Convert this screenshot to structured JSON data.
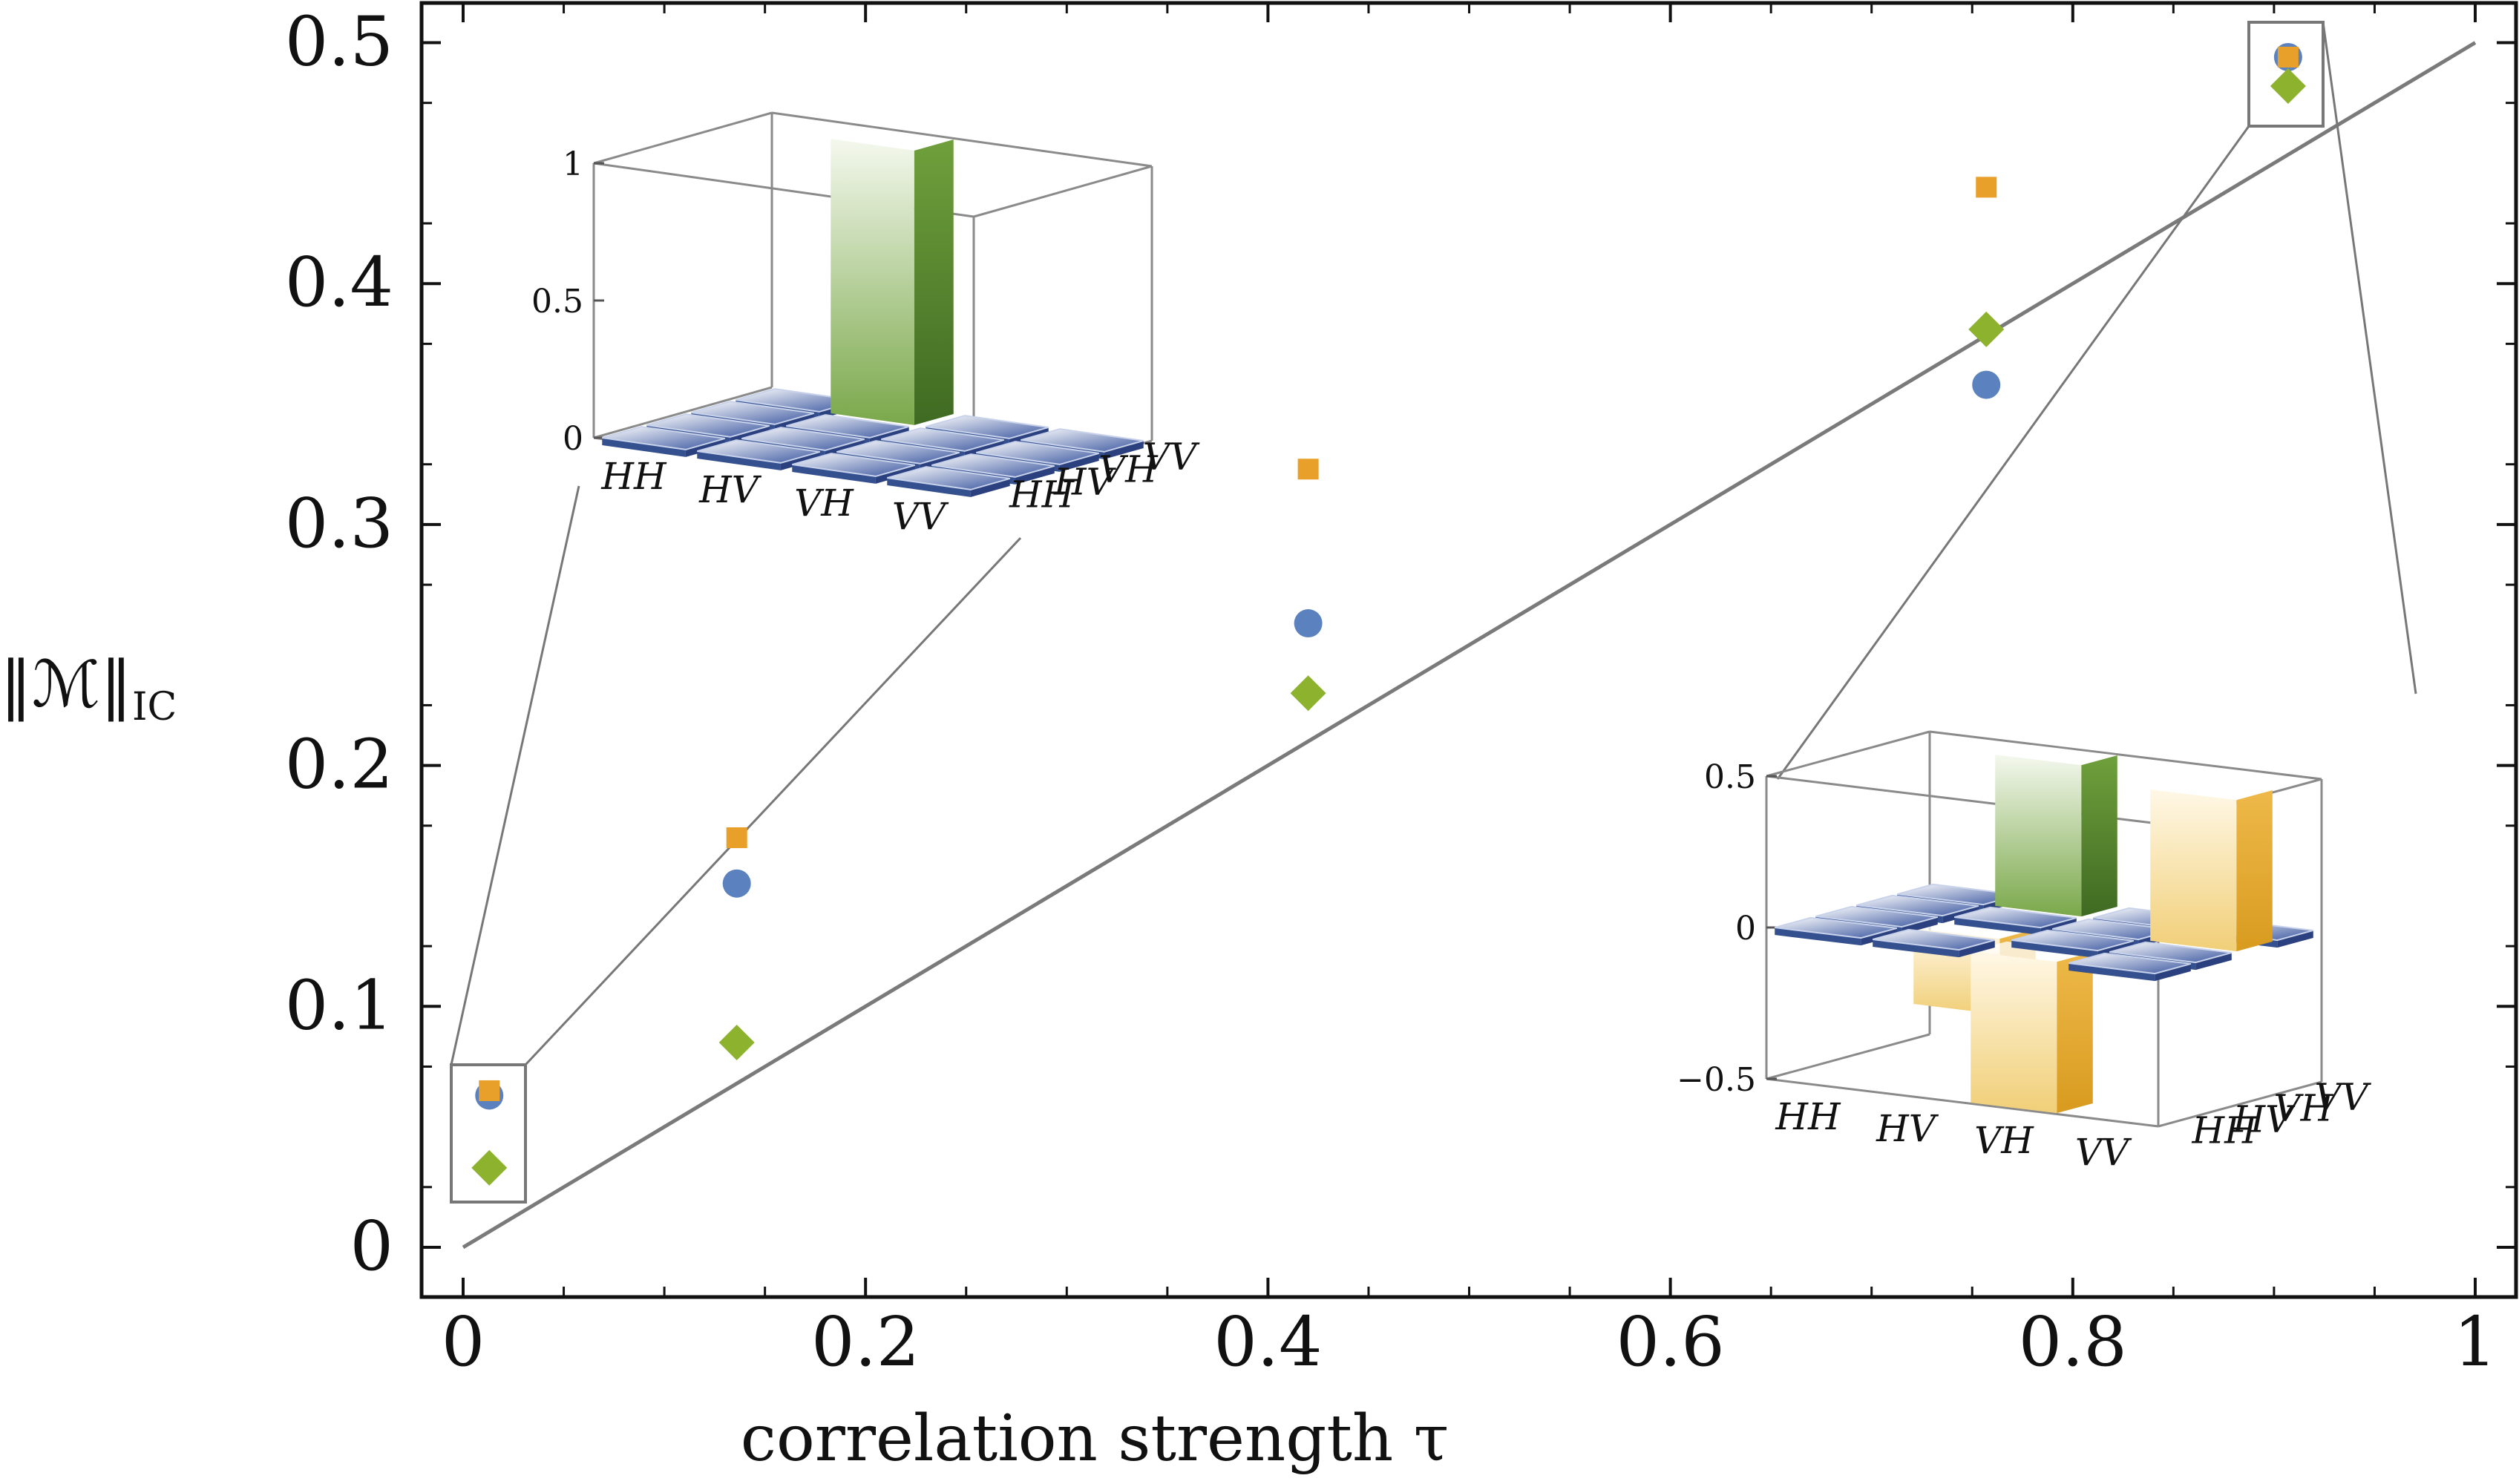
{
  "chart_data": {
    "type": "scatter",
    "xlabel": "correlation strength τ",
    "ylabel": "||ℳ||IC",
    "xlim": [
      -0.02,
      1.02
    ],
    "ylim": [
      -0.02,
      0.52
    ],
    "x_ticks": [
      "0",
      "0.2",
      "0.4",
      "0.6",
      "0.8",
      "1"
    ],
    "x_tick_values": [
      0,
      0.2,
      0.4,
      0.6,
      0.8,
      1.0
    ],
    "y_ticks": [
      "0",
      "0.1",
      "0.2",
      "0.3",
      "0.4",
      "0.5"
    ],
    "y_tick_values": [
      0,
      0.1,
      0.2,
      0.3,
      0.4,
      0.5
    ],
    "grid": false,
    "reference_line": {
      "from": [
        0,
        0
      ],
      "to": [
        1,
        0.5
      ]
    },
    "series": [
      {
        "marker": "circle",
        "color": "#5b82bf",
        "points": [
          [
            0.013,
            0.063
          ],
          [
            0.136,
            0.151
          ],
          [
            0.42,
            0.259
          ],
          [
            0.757,
            0.358
          ],
          [
            0.907,
            0.494
          ]
        ]
      },
      {
        "marker": "square",
        "color": "#e8a02a",
        "points": [
          [
            0.013,
            0.065
          ],
          [
            0.136,
            0.17
          ],
          [
            0.42,
            0.323
          ],
          [
            0.757,
            0.44
          ],
          [
            0.907,
            0.494
          ]
        ]
      },
      {
        "marker": "diamond",
        "color": "#8db32e",
        "points": [
          [
            0.013,
            0.033
          ],
          [
            0.136,
            0.085
          ],
          [
            0.42,
            0.23
          ],
          [
            0.757,
            0.381
          ],
          [
            0.907,
            0.482
          ]
        ]
      }
    ],
    "insets": [
      {
        "position": "top-left",
        "z_ticks": [
          "0",
          "0.5",
          "1"
        ],
        "row_labels": [
          "HH",
          "HV",
          "VH",
          "VV"
        ],
        "col_labels": [
          "HH",
          "HV",
          "VH",
          "VV"
        ],
        "tall_bar": {
          "label": "HH",
          "value": 1.0,
          "color": "green"
        }
      },
      {
        "position": "bottom-right",
        "z_ticks": [
          "−0.5",
          "0",
          "0.5"
        ],
        "row_labels": [
          "HH",
          "HV",
          "VH",
          "VV"
        ],
        "col_labels": [
          "HH",
          "HV",
          "VH",
          "VV"
        ],
        "bars": [
          {
            "value": 0.5,
            "color": "green"
          },
          {
            "value": 0.5,
            "color": "gold"
          },
          {
            "value": -0.5,
            "color": "gold"
          },
          {
            "value": -0.35,
            "color": "gold"
          }
        ]
      }
    ],
    "colors": {
      "circle": "#5b82bf",
      "square": "#e8a02a",
      "diamond": "#8db32e",
      "line": "#7a7a7a",
      "tile_blue": "#3d5aa3",
      "bar_green": "#6a9a3a",
      "bar_gold": "#e6b44a"
    }
  }
}
